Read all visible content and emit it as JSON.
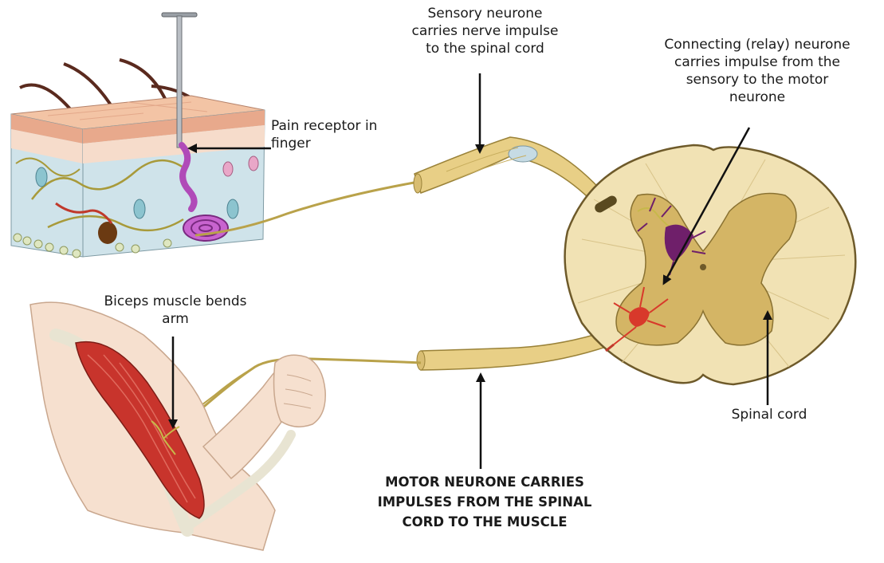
{
  "labels": {
    "sensory_neurone": [
      "Sensory neurone",
      "carries nerve impulse",
      "to the spinal cord"
    ],
    "relay_neurone": [
      "Connecting (relay) neurone",
      "carries impulse from the",
      "sensory to the motor",
      "neurone"
    ],
    "pain_receptor": [
      "Pain receptor in",
      "finger"
    ],
    "biceps": [
      "Biceps muscle bends",
      "arm"
    ],
    "spinal_cord": [
      "Spinal cord"
    ],
    "motor_neurone": [
      "MOTOR NEURONE CARRIES",
      "IMPULSES FROM THE SPINAL",
      "CORD TO THE MUSCLE"
    ]
  },
  "colors": {
    "nerve": "#e8cf86",
    "nerve_outline": "#9a8238",
    "grey_matter": "#d4b565",
    "white_matter": "#f1e2b4",
    "skin_top": "#f3c4a5",
    "tissue": "#cfe3ea",
    "muscle": "#c8342c",
    "receptor": "#b04ab8",
    "relay": "#6f1f6a",
    "motor": "#d8392b",
    "arrow": "#111111"
  }
}
